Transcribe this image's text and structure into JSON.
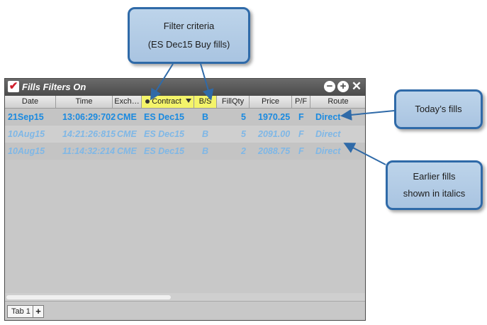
{
  "callouts": {
    "filter_line1": "Filter criteria",
    "filter_line2": "(ES Dec15 Buy fills)",
    "today": "Today’s fills",
    "earlier_line1": "Earlier fills",
    "earlier_line2": "shown in italics"
  },
  "window": {
    "title": "Fills Filters On",
    "check_glyph": "✔",
    "minimize_glyph": "−",
    "maximize_glyph": "+",
    "close_glyph": "✕"
  },
  "columns": {
    "date": "Date",
    "time": "Time",
    "exchange": "Exch…",
    "contract": "Contract",
    "bs": "B/S",
    "fillqty": "FillQty",
    "price": "Price",
    "pf": "P/F",
    "route": "Route"
  },
  "rows": [
    {
      "date": "21Sep15",
      "time": "13:06:29:702",
      "exchange": "CME",
      "contract": "ES Dec15",
      "bs": "B",
      "fillqty": "5",
      "price": "1970.25",
      "pf": "F",
      "route": "Direct"
    },
    {
      "date": "10Aug15",
      "time": "14:21:26:815",
      "exchange": "CME",
      "contract": "ES Dec15",
      "bs": "B",
      "fillqty": "5",
      "price": "2091.00",
      "pf": "F",
      "route": "Direct"
    },
    {
      "date": "10Aug15",
      "time": "11:14:32:214",
      "exchange": "CME",
      "contract": "ES Dec15",
      "bs": "B",
      "fillqty": "2",
      "price": "2088.75",
      "pf": "F",
      "route": "Direct"
    }
  ],
  "tabs": {
    "tab1": "Tab 1",
    "add": "+"
  },
  "colors": {
    "callout_border": "#2f6aa8",
    "today_text": "#1a8ae0",
    "earlier_text": "#7fb7e6",
    "filtered_header": "#f4f46a"
  }
}
